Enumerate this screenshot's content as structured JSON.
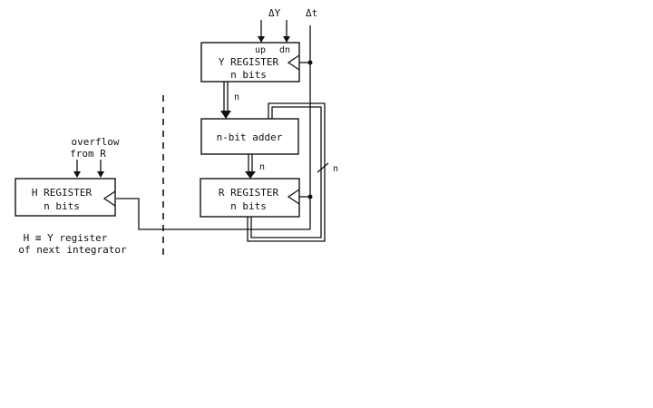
{
  "colors": {
    "ink": "#111111",
    "background": "#ffffff"
  },
  "inputs": {
    "delta_y": "ΔY",
    "delta_t": "Δt",
    "up": "up",
    "dn": "dn"
  },
  "y_register": {
    "title": "Y REGISTER",
    "subtitle": "n bits"
  },
  "adder": {
    "label": "n-bit adder"
  },
  "r_register": {
    "title": "R REGISTER",
    "subtitle": "n bits"
  },
  "h_register": {
    "title": "H REGISTER",
    "subtitle": "n bits"
  },
  "bus_labels": {
    "y_to_adder": "n",
    "adder_to_r": "n",
    "feedback": "n"
  },
  "overflow": {
    "line1": "overflow",
    "line2": "from R"
  },
  "caption": {
    "line1": "H ≡ Y register",
    "line2": "of next integrator"
  }
}
